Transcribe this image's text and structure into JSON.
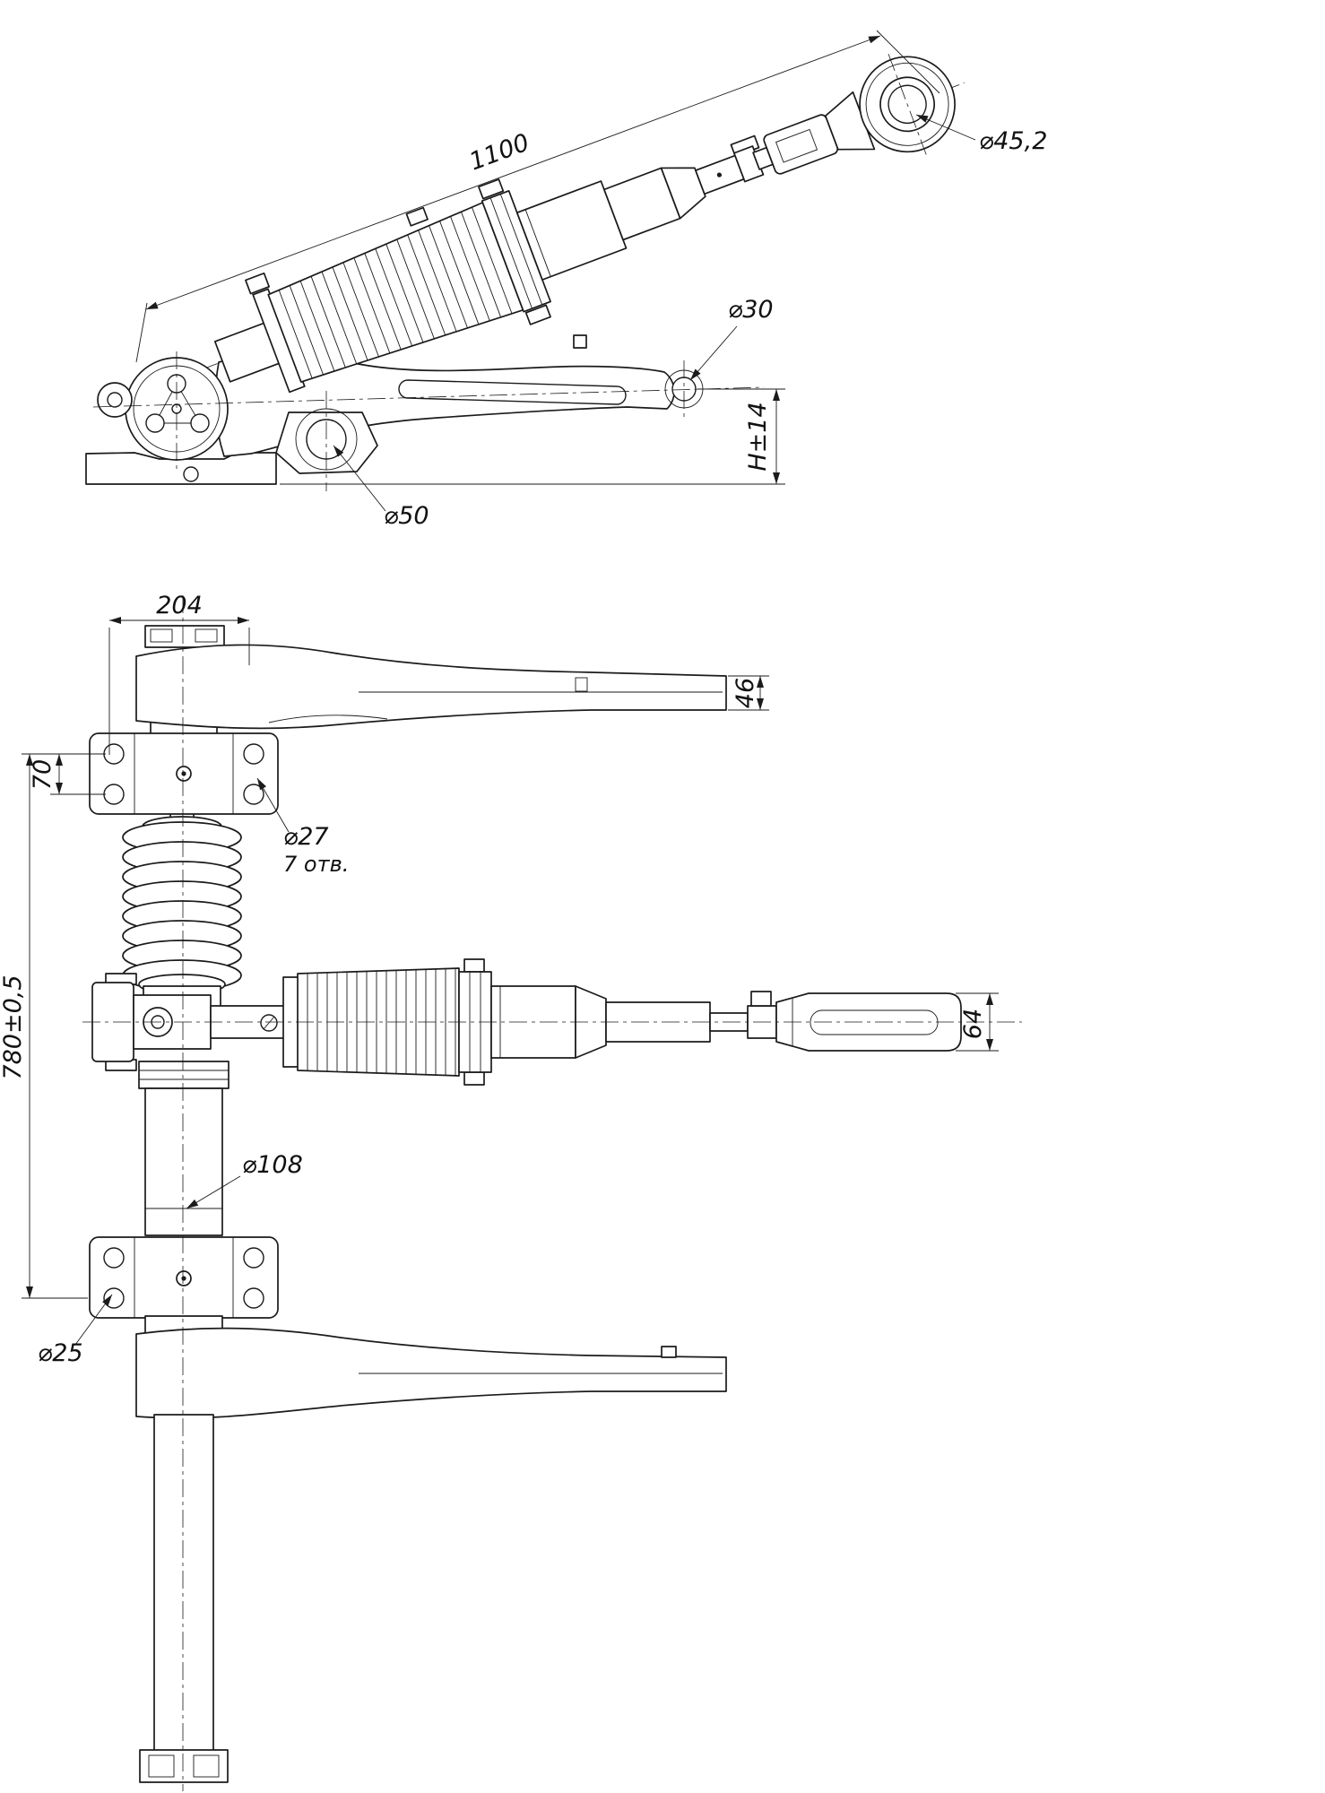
{
  "meta": {
    "kind": "engineering-drawing",
    "views": [
      "side-view",
      "front-view"
    ]
  },
  "colors": {
    "line": "#1b1b1b",
    "background": "#ffffff"
  },
  "side_view": {
    "dim_overall_length": "1100",
    "dim_eye_bore": "⌀45,2",
    "dim_arm_hole": "⌀30",
    "dim_install_height": "H±14",
    "dim_hub_bore": "⌀50"
  },
  "front_view": {
    "dim_hub_width": "204",
    "dim_arm_thickness": "46",
    "dim_ear_pitch": "70",
    "dim_mount_hole": "⌀27",
    "dim_mount_hole_qty": "7 отв.",
    "dim_mount_base": "780±0,5",
    "dim_pin_hole": "⌀25",
    "dim_cylinder": "⌀108",
    "dim_fork_width": "64"
  }
}
